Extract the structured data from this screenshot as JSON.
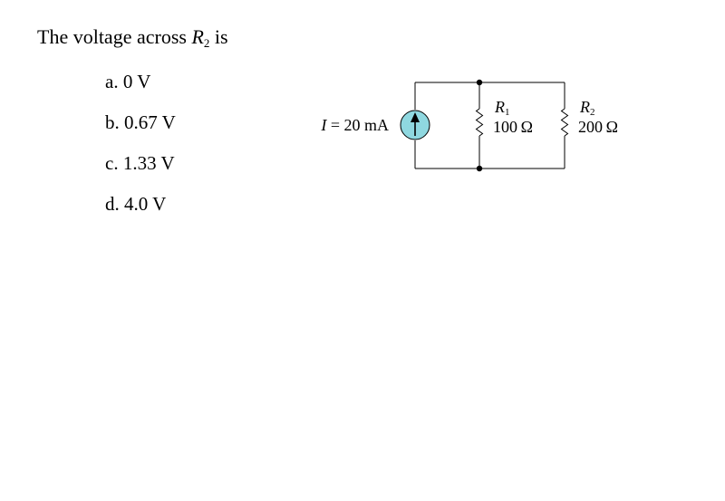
{
  "question": {
    "prefix": "The voltage across ",
    "var": "R",
    "sub": "2",
    "suffix": " is"
  },
  "choices": [
    "a. 0 V",
    "b. 0.67 V",
    "c. 1.33 V",
    "d. 4.0 V"
  ],
  "circuit": {
    "source": {
      "var": "I",
      "rest": " = 20 mA"
    },
    "r1": {
      "name": "R",
      "sub": "1",
      "value": "100 Ω"
    },
    "r2": {
      "name": "R",
      "sub": "2",
      "value": "200 Ω"
    },
    "source_fill": "#8fd8e0"
  }
}
